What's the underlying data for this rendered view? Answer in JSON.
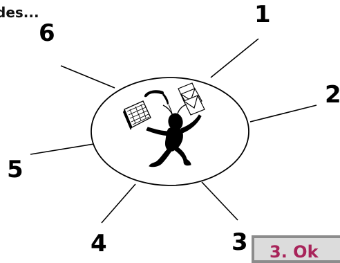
{
  "heading": "des...",
  "numbers": [
    "1",
    "2",
    "3",
    "4",
    "5",
    "6"
  ],
  "card": {
    "label": "3. Ok"
  },
  "icons": [
    "telephone-icon",
    "envelopes-icon",
    "keyboard-icon",
    "juggling-figure-icon"
  ],
  "colors": {
    "line": "#000000",
    "card_bg": "#dcdcdc",
    "card_border": "#8c8c8c",
    "card_text": "#a8245a"
  }
}
